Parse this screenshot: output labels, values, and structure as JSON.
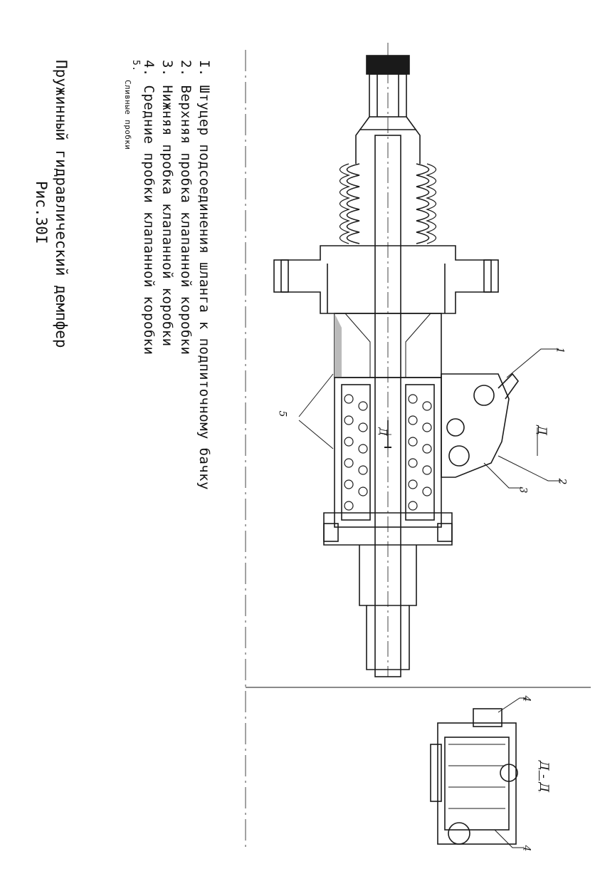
{
  "legend": {
    "items": [
      "I. Штуцер подсоединения шланга к подпиточному бачку",
      "2. Верхняя пробка клапанной коробки",
      "3. Нижняя пробка клапанной коробки",
      "4. Средние пробки клапанной коробки",
      "5.",
      "Сливные пробки"
    ]
  },
  "caption": {
    "title": "Пружинный гидравлический демпфер",
    "figure": "Рис.30I"
  },
  "callouts": [
    "1",
    "2",
    "3",
    "4",
    "4",
    "5"
  ],
  "section_labels": {
    "main": "Д",
    "marker": "Д",
    "detail": "Д - Д"
  }
}
